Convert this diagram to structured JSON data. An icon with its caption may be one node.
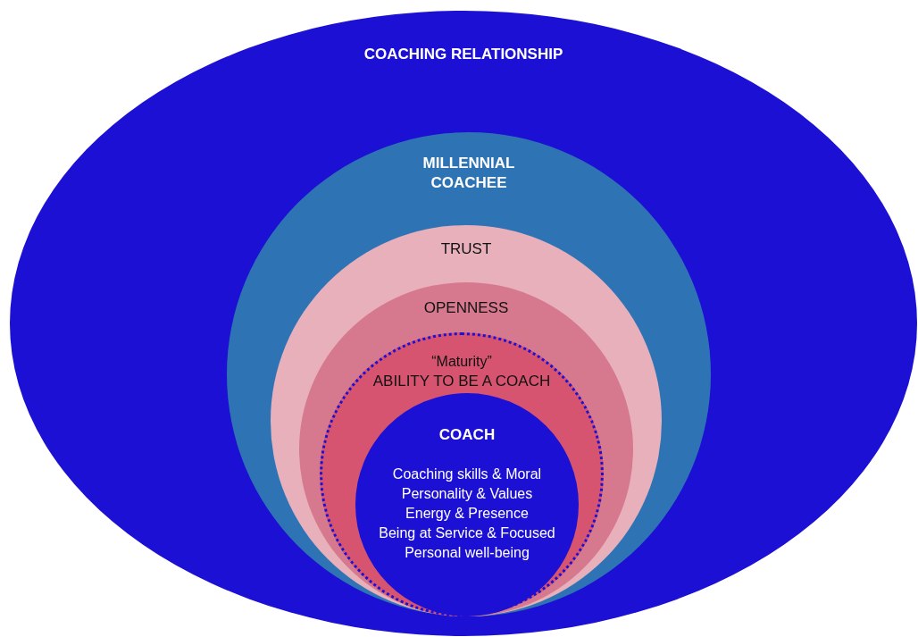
{
  "diagram": {
    "nodes": [
      {
        "text": [
          "COACHING RELATIONSHIP"
        ]
      },
      {
        "text": [
          "MILLENNIAL COACHEE"
        ],
        "in": 0
      },
      {
        "text": [
          "TRUST"
        ],
        "in": 1
      },
      {
        "text": [
          "OPENNESS"
        ],
        "in": 2
      },
      {
        "text": [
          "“Maturity”",
          "ABILITY TO BE A COACH"
        ],
        "in": 3
      },
      {
        "text": [
          "COACH",
          "Coaching skills & Moral",
          "Personality & Values",
          "Energy & Presence",
          "Being at Service & Focused",
          "Personal well-being"
        ],
        "in": 4
      }
    ]
  }
}
